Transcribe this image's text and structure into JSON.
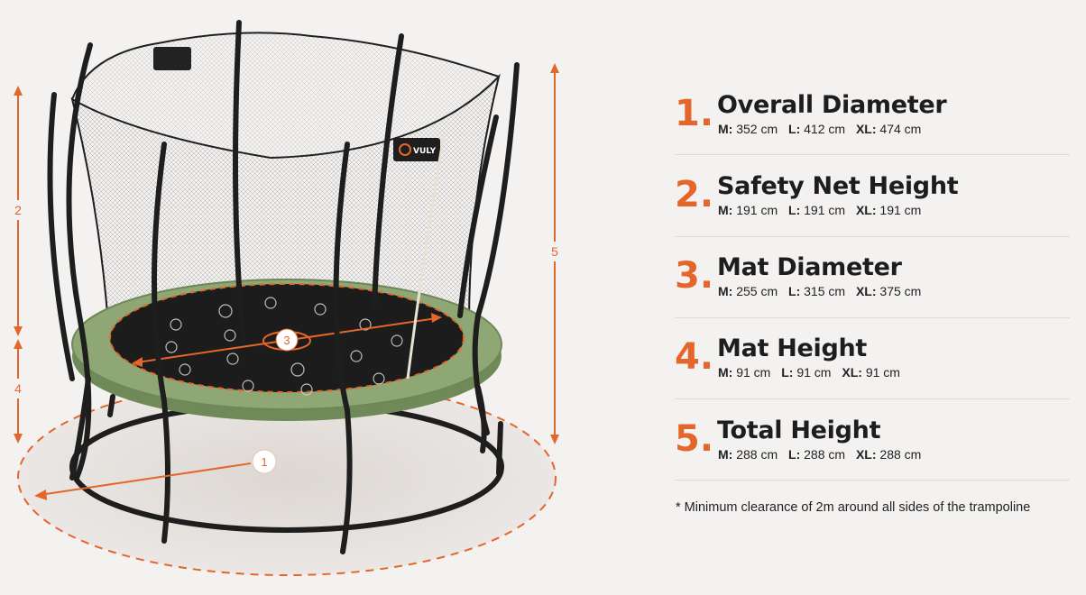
{
  "brand": {
    "logo_text": "VULY"
  },
  "illustration": {
    "dimension_markers": [
      "1",
      "2",
      "3",
      "4",
      "5"
    ],
    "accent_color": "#e4662a",
    "pad_color": "#8fa774",
    "frame_color": "#1e1e1e"
  },
  "specs": [
    {
      "number": "1.",
      "title": "Overall Diameter",
      "sizes": [
        {
          "label": "M:",
          "value": "352 cm"
        },
        {
          "label": "L:",
          "value": "412 cm"
        },
        {
          "label": "XL:",
          "value": "474 cm"
        }
      ]
    },
    {
      "number": "2.",
      "title": "Safety Net Height",
      "sizes": [
        {
          "label": "M:",
          "value": "191 cm"
        },
        {
          "label": "L:",
          "value": "191 cm"
        },
        {
          "label": "XL:",
          "value": "191 cm"
        }
      ]
    },
    {
      "number": "3.",
      "title": "Mat Diameter",
      "sizes": [
        {
          "label": "M:",
          "value": "255 cm"
        },
        {
          "label": "L:",
          "value": "315 cm"
        },
        {
          "label": "XL:",
          "value": "375 cm"
        }
      ]
    },
    {
      "number": "4.",
      "title": "Mat Height",
      "sizes": [
        {
          "label": "M:",
          "value": "91 cm"
        },
        {
          "label": "L:",
          "value": "91 cm"
        },
        {
          "label": "XL:",
          "value": "91 cm"
        }
      ]
    },
    {
      "number": "5.",
      "title": "Total Height",
      "sizes": [
        {
          "label": "M:",
          "value": "288 cm"
        },
        {
          "label": "L:",
          "value": "288 cm"
        },
        {
          "label": "XL:",
          "value": "288 cm"
        }
      ]
    }
  ],
  "footnote": "* Minimum clearance of 2m around all sides of the trampoline"
}
